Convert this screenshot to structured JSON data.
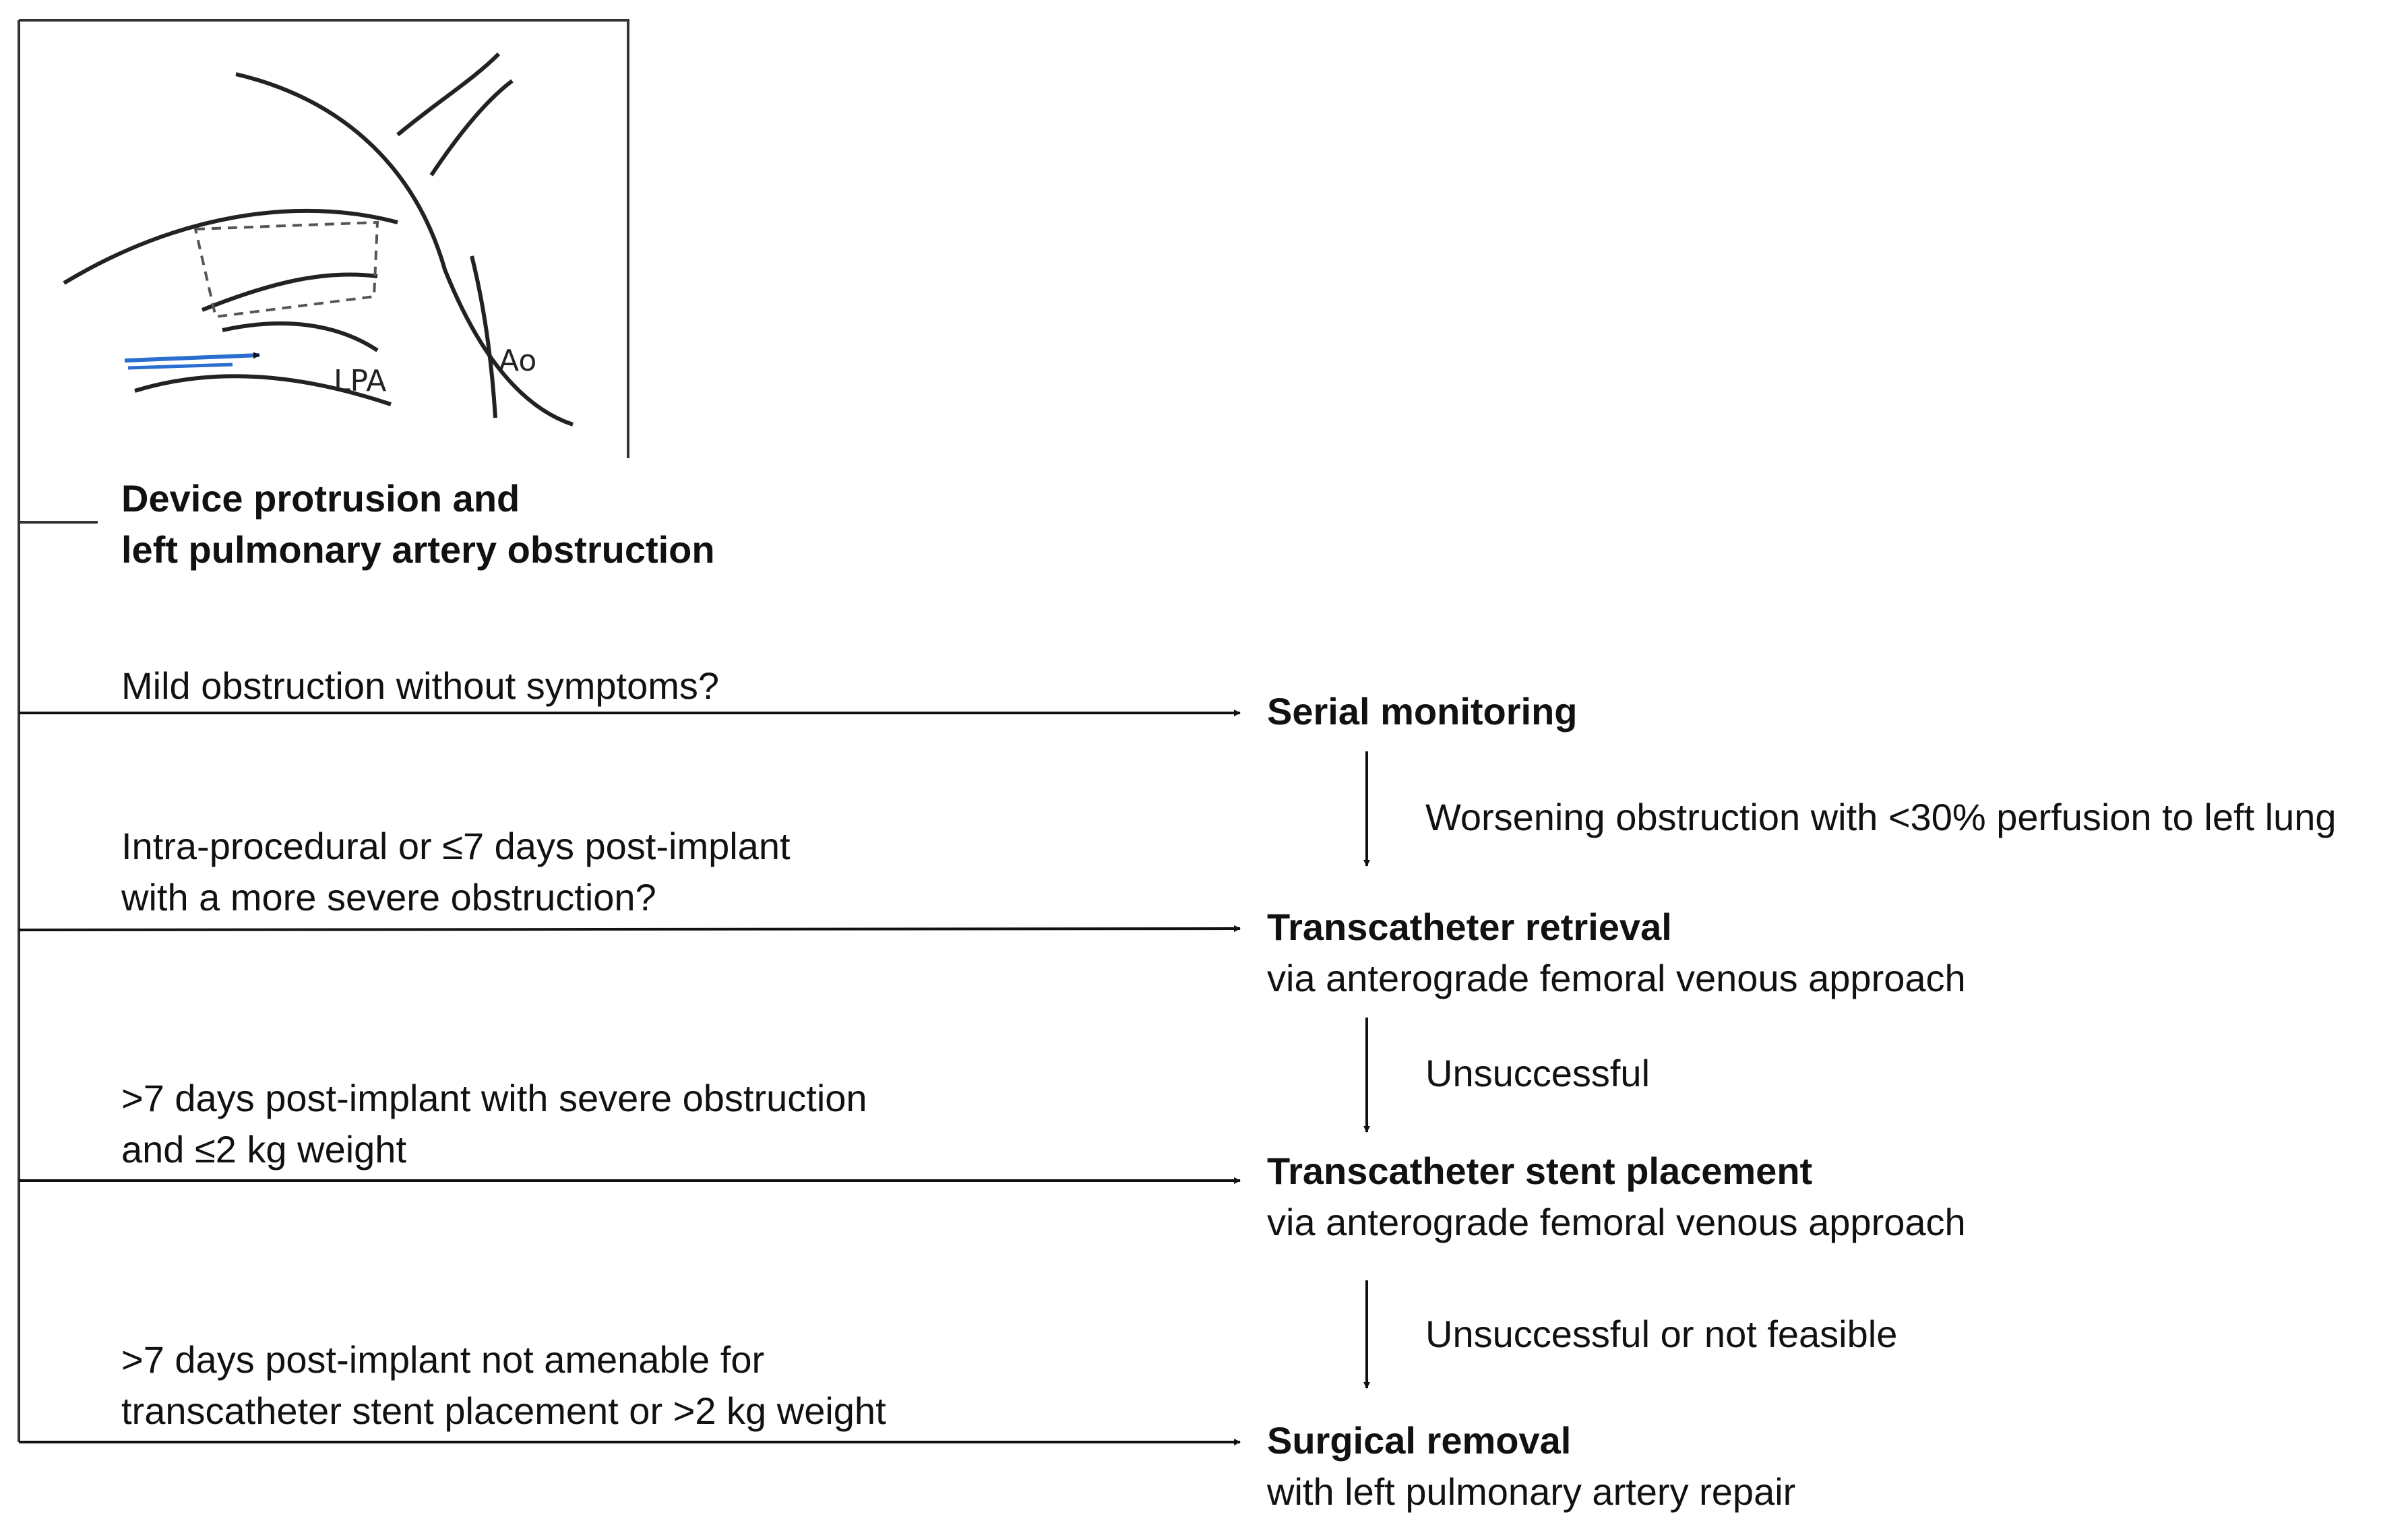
{
  "sketch": {
    "lpa_label": "LPA",
    "ao_label": "Ao"
  },
  "root": {
    "title_line1": "Device protrusion and",
    "title_line2": "left pulmonary artery obstruction"
  },
  "conditions": [
    {
      "line1": "Mild obstruction without symptoms?",
      "line2": ""
    },
    {
      "line1": "Intra-procedural or ≤7 days post-implant",
      "line2": "with a more severe obstruction?"
    },
    {
      "line1": ">7 days post-implant with severe obstruction",
      "line2": "and ≤2 kg weight"
    },
    {
      "line1": ">7 days post-implant not amenable for",
      "line2": "transcatheter stent placement or >2 kg weight"
    }
  ],
  "outcomes": [
    {
      "title": "Serial monitoring",
      "subtitle": ""
    },
    {
      "title": "Transcatheter retrieval",
      "subtitle": "via anterograde femoral venous approach"
    },
    {
      "title": "Transcatheter stent placement",
      "subtitle": "via anterograde femoral venous approach"
    },
    {
      "title": "Surgical removal",
      "subtitle": "with left pulmonary artery repair"
    }
  ],
  "transitions": [
    {
      "label": "Worsening obstruction with <30% perfusion to left lung"
    },
    {
      "label": "Unsuccessful"
    },
    {
      "label": "Unsuccessful or not feasible"
    }
  ]
}
